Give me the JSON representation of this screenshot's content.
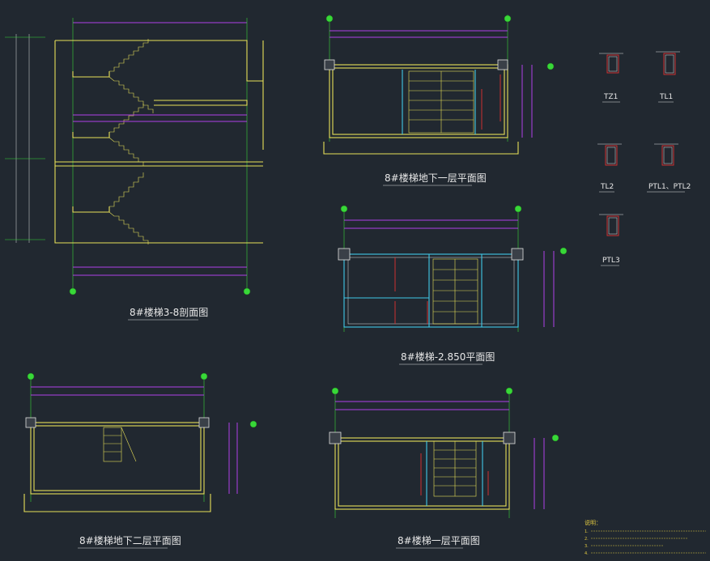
{
  "drawings": {
    "section": {
      "title": "8#楼梯3-8剖面图"
    },
    "b1_plan": {
      "title": "8#楼梯地下一层平面图"
    },
    "plan_2850": {
      "title": "8#楼梯-2.850平面图"
    },
    "b2_plan": {
      "title": "8#楼梯地下二层平面图"
    },
    "f1_plan": {
      "title": "8#楼梯一层平面图"
    }
  },
  "beam_details": [
    {
      "label": "TZ1"
    },
    {
      "label": "TL1"
    },
    {
      "label": "TL2"
    },
    {
      "label": "PTL1、PTL2"
    },
    {
      "label": "PTL3"
    }
  ],
  "notes": {
    "heading": "说明：",
    "lines": [
      "1.",
      "2.",
      "3.",
      "4."
    ]
  },
  "colors": {
    "background": "#212830",
    "wall": "#e8e058",
    "grid_axis": "#38d838",
    "dimension": "#b040e8",
    "beam_cyan": "#40c8e8",
    "rebar_red": "#e03030",
    "line_white": "#e0e0e0"
  }
}
